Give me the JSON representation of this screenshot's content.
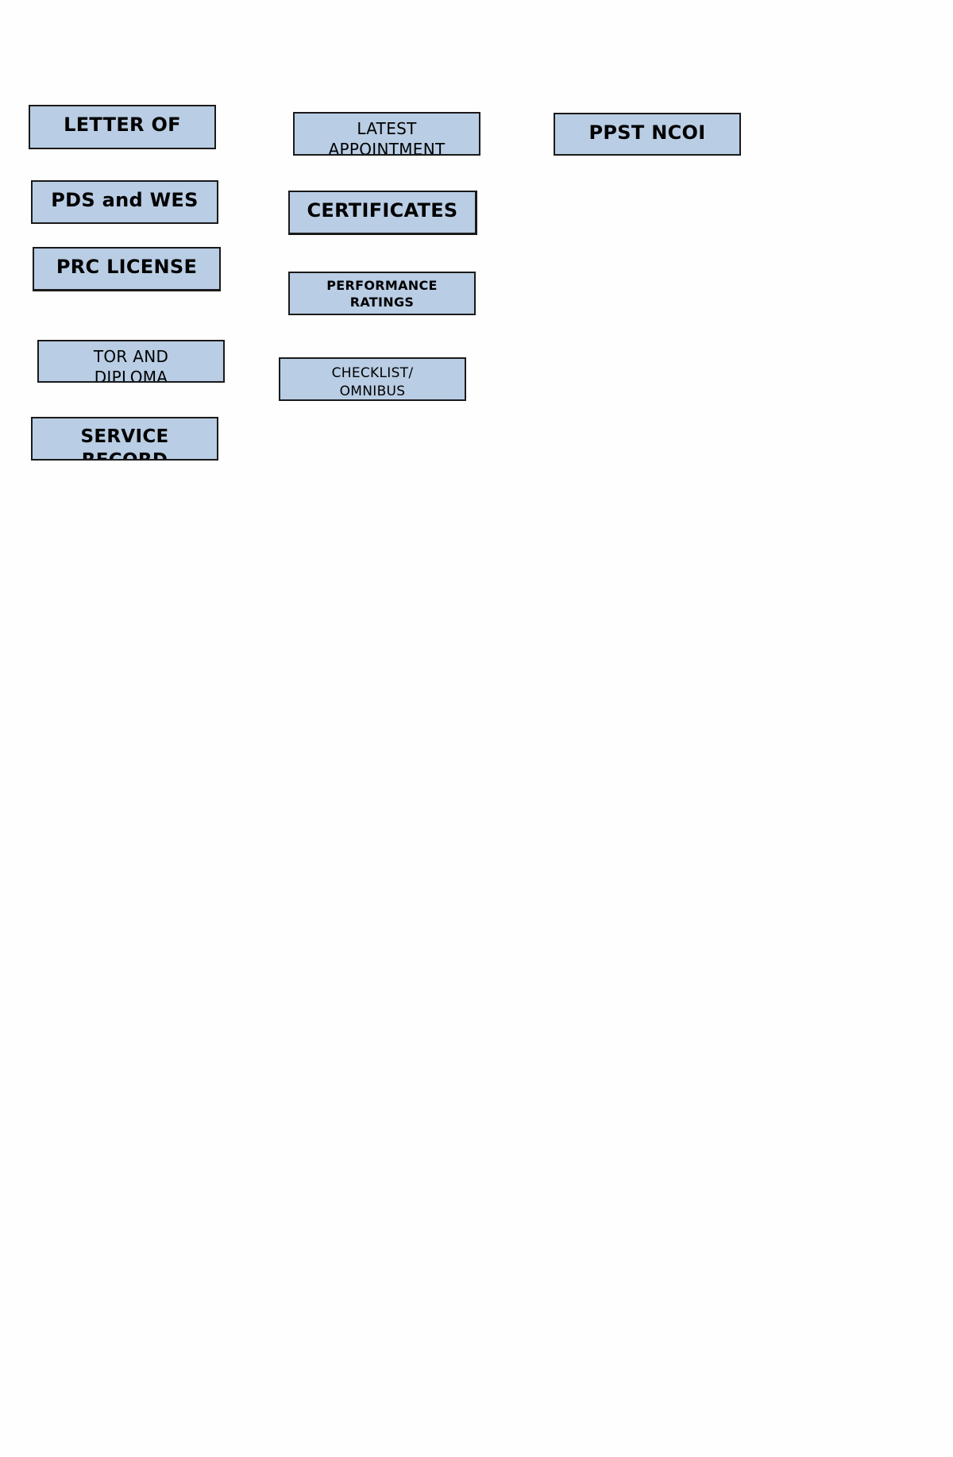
{
  "buttons": {
    "letter": "LETTER OF",
    "latest": "LATEST\nAPPOINTMENT",
    "ppst": "PPST NCOI",
    "pds": "PDS and WES",
    "certificates": "CERTIFICATES",
    "prc": "PRC LICENSE",
    "performance": "PERFORMANCE\nRATINGS",
    "tor": "TOR AND\nDIPLOMA",
    "checklist": "CHECKLIST/\nOMNIBUS",
    "service": "SERVICE\nRECORD"
  },
  "colors": {
    "button_fill": "#b9cde4",
    "button_border": "#1a1a1a",
    "page_background": "#fefefe"
  }
}
